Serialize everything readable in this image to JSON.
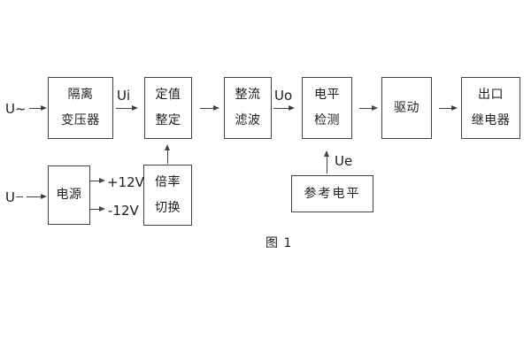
{
  "diagram": {
    "caption": "图 1",
    "colors": {
      "line": "#444444",
      "text": "#1c1c1c",
      "background": "#ffffff"
    },
    "inputs": {
      "ac": {
        "label": "U~"
      },
      "dc": {
        "label": "U"
      }
    },
    "signal_labels": {
      "ui": "Ui",
      "uo": "Uo",
      "ue": "Ue"
    },
    "power_rails": {
      "pos": "+12V",
      "neg": "-12V"
    },
    "blocks": {
      "isolation_transformer": {
        "line1": "隔离",
        "line2": "变压器"
      },
      "value_setting": {
        "line1": "定值",
        "line2": "整定"
      },
      "rectify_filter": {
        "line1": "整流",
        "line2": "滤波"
      },
      "level_detect": {
        "line1": "电平",
        "line2": "检测"
      },
      "drive": {
        "label": "驱动"
      },
      "output_relay": {
        "line1": "出口",
        "line2": "继电器"
      },
      "power_supply": {
        "label": "电源"
      },
      "ratio_switch": {
        "line1": "倍率",
        "line2": "切换"
      },
      "reference_level": {
        "label": "参考电平"
      }
    }
  }
}
